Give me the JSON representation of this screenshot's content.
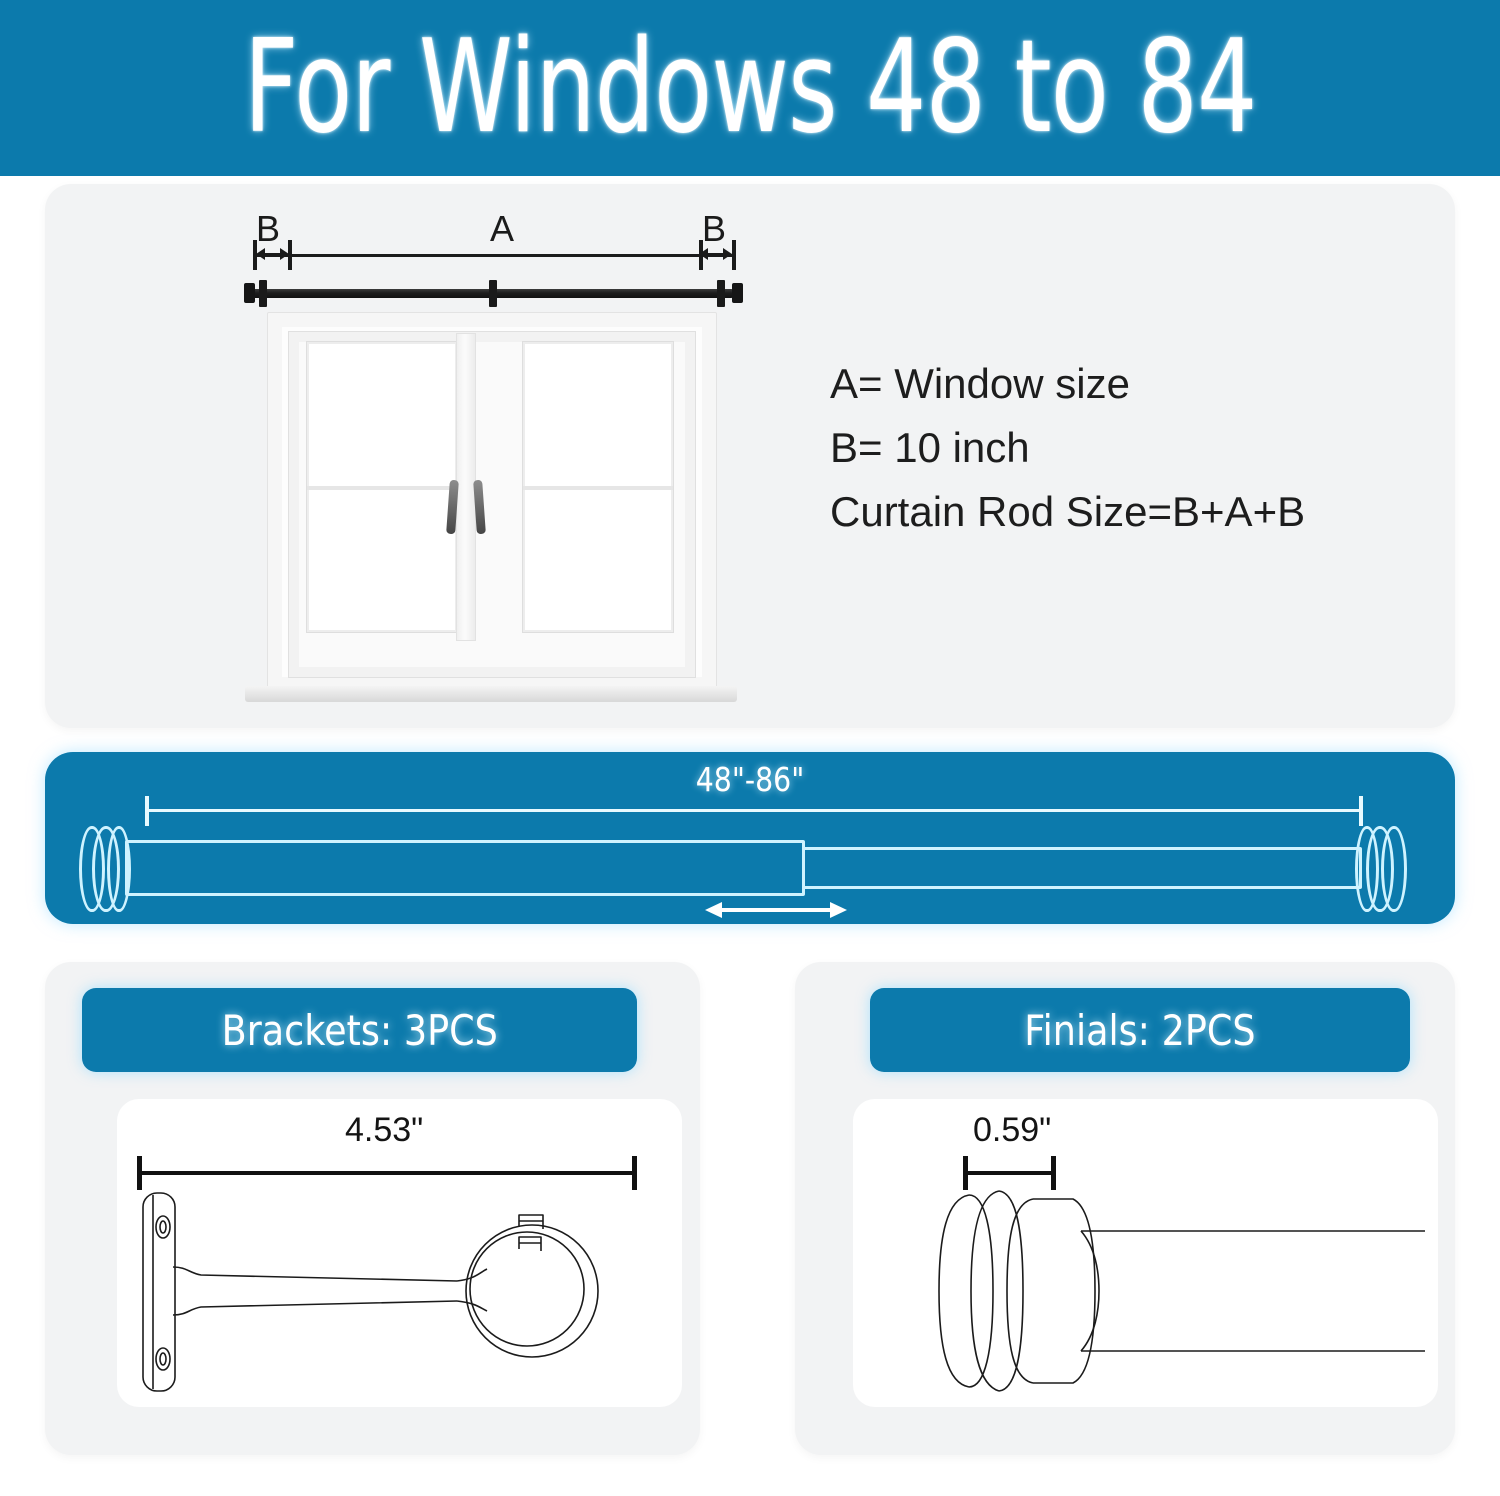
{
  "header": {
    "title": "For Windows 48 to 84"
  },
  "top_panel": {
    "diagram": {
      "label_b_left": "B",
      "label_a": "A",
      "label_b_right": "B",
      "rod_icon": "curtain-rod-icon",
      "window_icon": "window-icon"
    },
    "legend": {
      "line1": "A= Window size",
      "line2": "B= 10 inch",
      "line3": "Curtain Rod Size=B+A+B"
    }
  },
  "rod_panel": {
    "length_label": "48\"-86\"",
    "extend_arrow_icon": "double-arrow-icon",
    "rod_icon": "telescoping-rod-icon",
    "background_color": "#0C7AAC"
  },
  "brackets_panel": {
    "badge_label": "Brackets: 3PCS",
    "measurement": "4.53\"",
    "drawing_icon": "bracket-line-drawing-icon"
  },
  "finials_panel": {
    "badge_label": "Finials: 2PCS",
    "measurement": "0.59\"",
    "drawing_icon": "finial-line-drawing-icon"
  },
  "colors": {
    "brand_blue": "#0C7AAC",
    "card_gray": "#F2F3F4",
    "line_dark": "#111111",
    "outline_light": "#CFF3FF"
  }
}
